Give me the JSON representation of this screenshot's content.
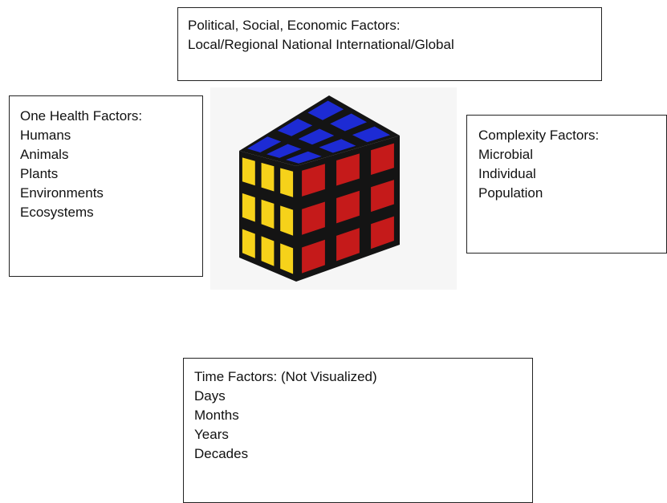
{
  "boxes": {
    "political": {
      "title": "Political, Social, Economic Factors:",
      "items": [
        "Local/Regional National International/Global"
      ]
    },
    "one_health": {
      "title": "One Health Factors:",
      "items": [
        "Humans",
        "Animals",
        "Plants",
        "Environments",
        "Ecosystems"
      ]
    },
    "complexity": {
      "title": "Complexity Factors:",
      "items": [
        "Microbial",
        "Individual",
        "Population"
      ]
    },
    "time": {
      "title": "Time Factors: (Not Visualized)",
      "items": [
        "Days",
        "Months",
        "Years",
        "Decades"
      ]
    }
  },
  "cube": {
    "icon": "rubiks-cube-icon",
    "colors": {
      "top": "#1d2bd4",
      "left": "#f6d21a",
      "right": "#c51a1a",
      "frame": "#141414"
    }
  }
}
